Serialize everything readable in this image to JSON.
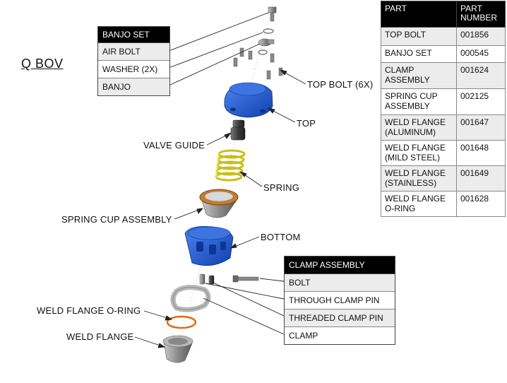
{
  "title": "Q BOV",
  "banjo_set": {
    "header": "BANJO SET",
    "items": [
      "AIR BOLT",
      "WASHER (2X)",
      "BANJO"
    ]
  },
  "clamp_assembly": {
    "header": "CLAMP ASSEMBLY",
    "items": [
      "BOLT",
      "THROUGH CLAMP PIN",
      "THREADED CLAMP PIN",
      "CLAMP"
    ]
  },
  "callouts": {
    "top_bolt": "TOP BOLT (6X)",
    "top": "TOP",
    "valve_guide": "VALVE GUIDE",
    "spring": "SPRING",
    "spring_cup_assembly": "SPRING CUP ASSEMBLY",
    "bottom": "BOTTOM",
    "weld_flange_oring": "WELD FLANGE O-RING",
    "weld_flange": "WELD FLANGE"
  },
  "parts_table": {
    "headers": [
      "PART",
      "PART\nNUMBER"
    ],
    "rows": [
      [
        "TOP BOLT",
        "001856"
      ],
      [
        "BANJO SET",
        "000545"
      ],
      [
        "CLAMP\nASSEMBLY",
        "001624"
      ],
      [
        "SPRING CUP\nASSEMBLY",
        "002125"
      ],
      [
        "WELD FLANGE\n(ALUMINUM)",
        "001647"
      ],
      [
        "WELD FLANGE\n(MILD STEEL)",
        "001648"
      ],
      [
        "WELD FLANGE\n(STAINLESS)",
        "001649"
      ],
      [
        "WELD FLANGE\nO-RING",
        "001628"
      ]
    ]
  },
  "colors": {
    "blue_part": "#1f5bd6",
    "spring": "#d8d02a",
    "copper": "#b5651d",
    "orange_ring": "#e06a10",
    "metal": "#9a9a9a"
  }
}
